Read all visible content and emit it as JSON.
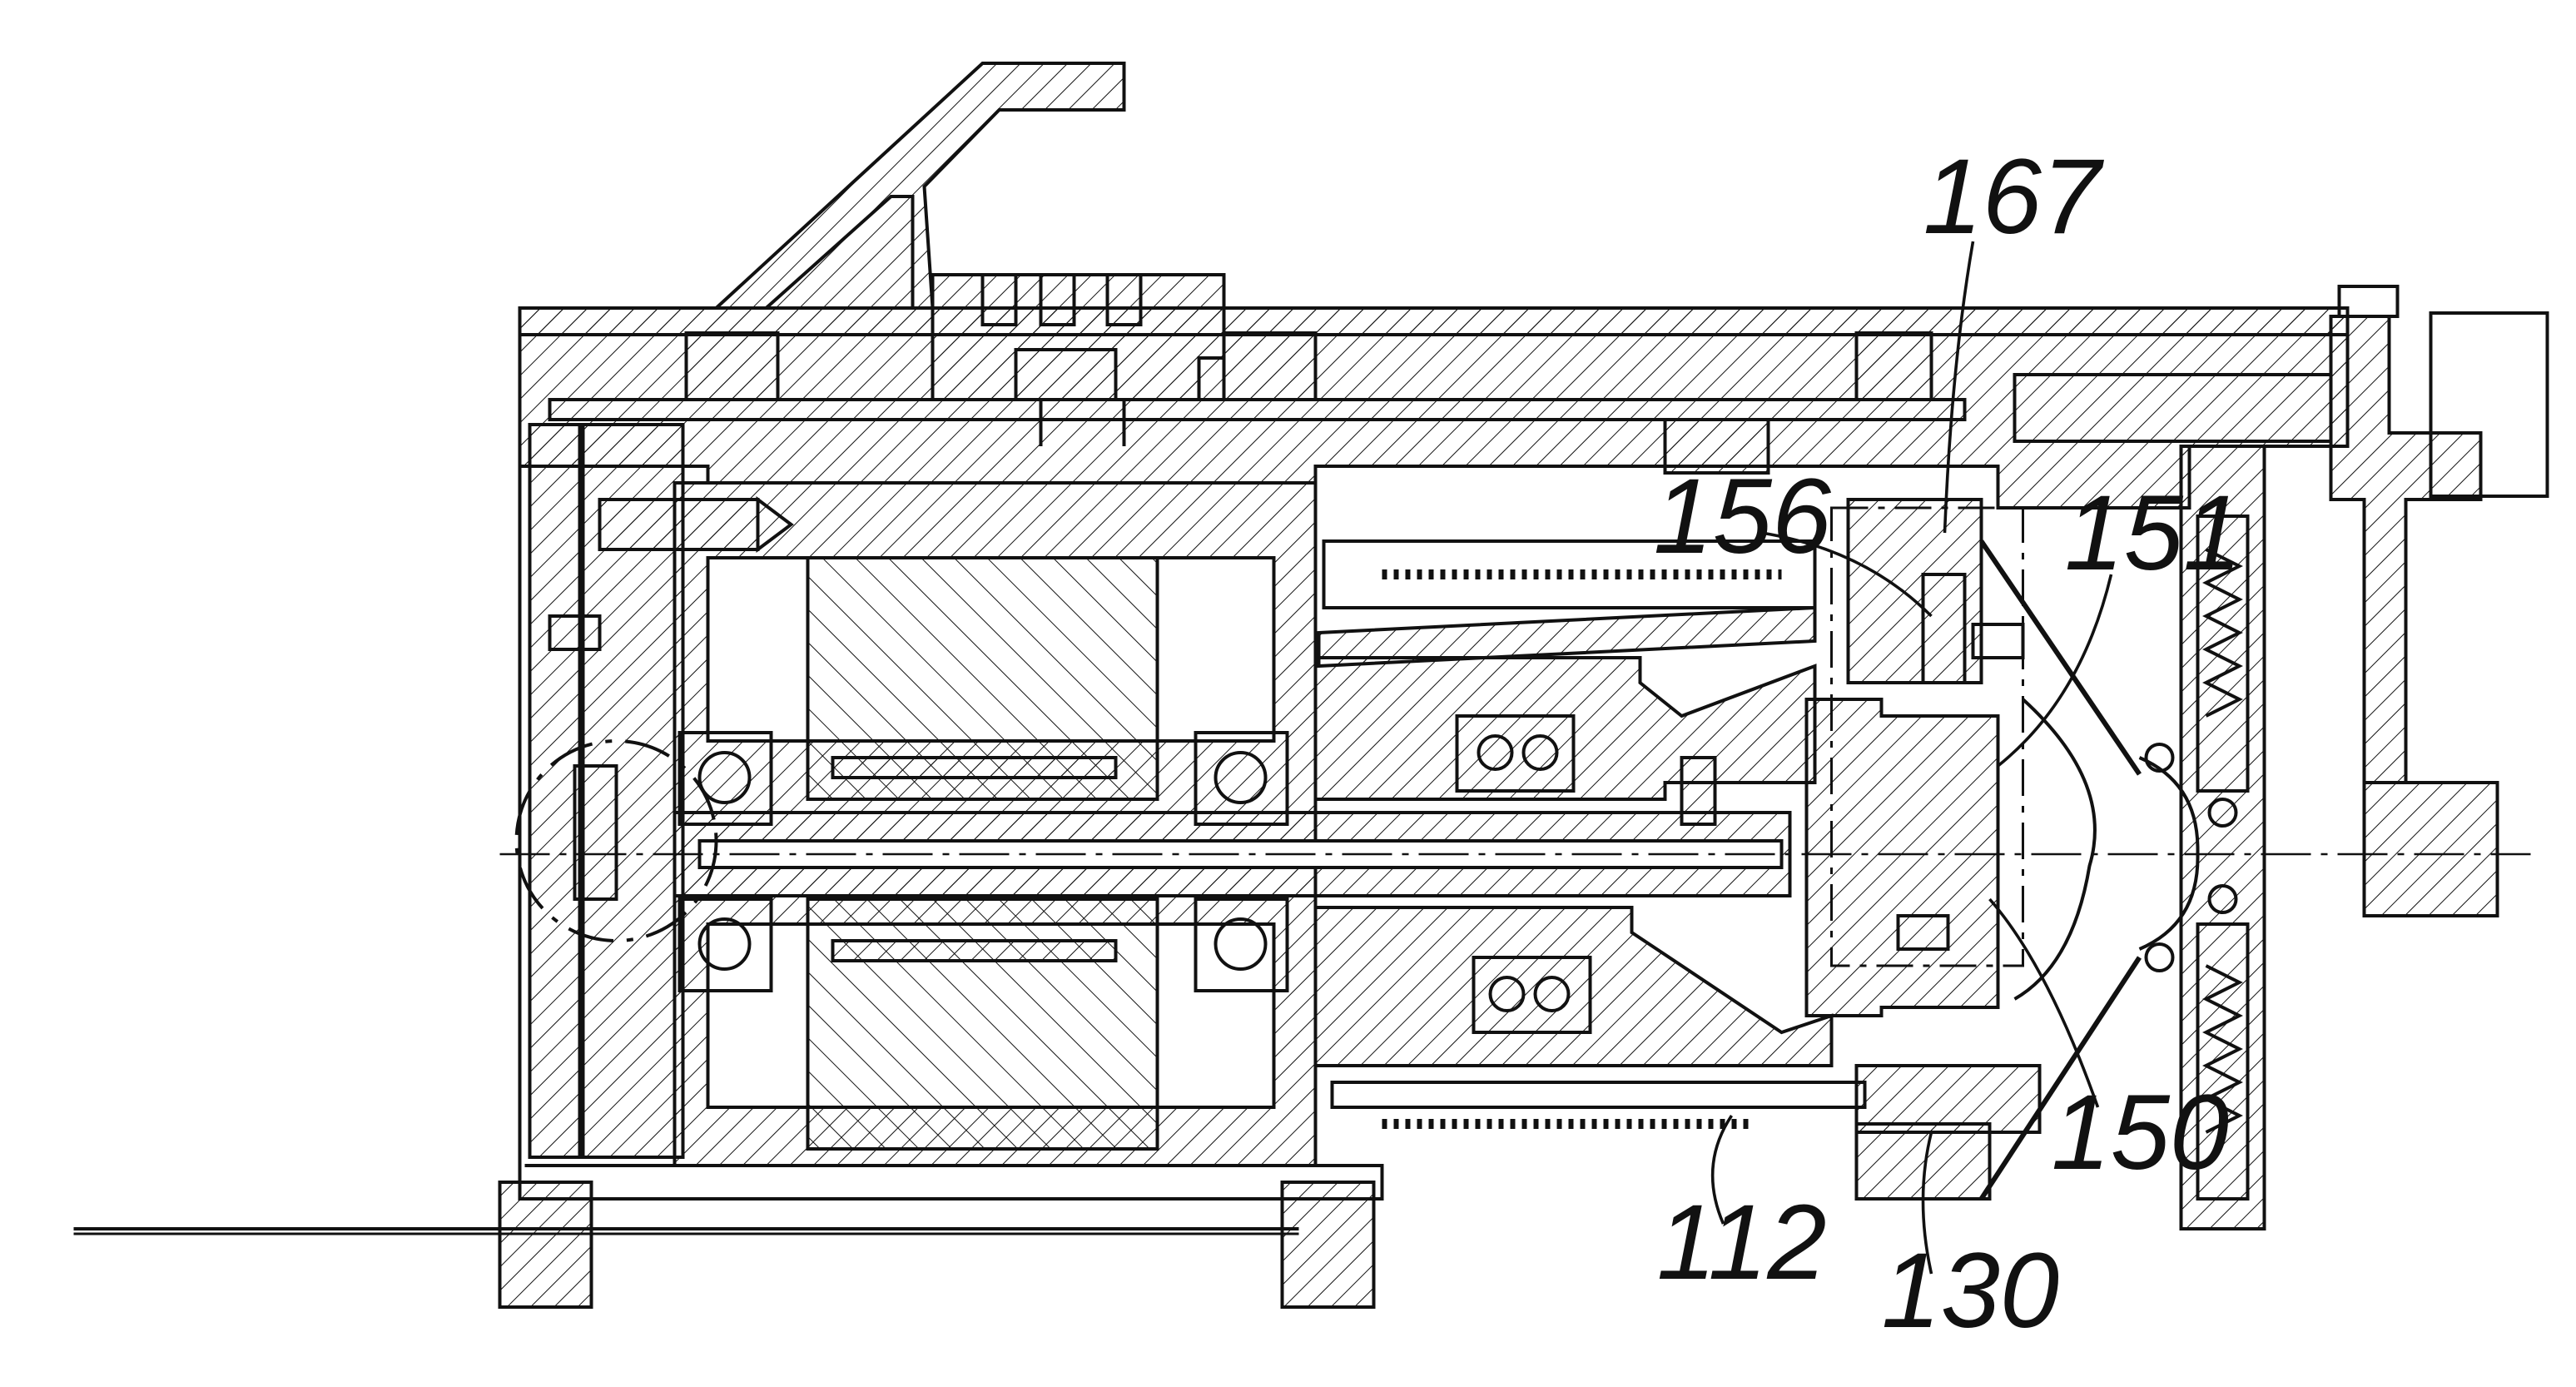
{
  "figure": {
    "reference_numerals": {
      "n167": "167",
      "n156": "156",
      "n151": "151",
      "n150": "150",
      "n112": "112",
      "n130": "130"
    }
  },
  "colors": {
    "ink": "#111111",
    "background": "#ffffff"
  }
}
